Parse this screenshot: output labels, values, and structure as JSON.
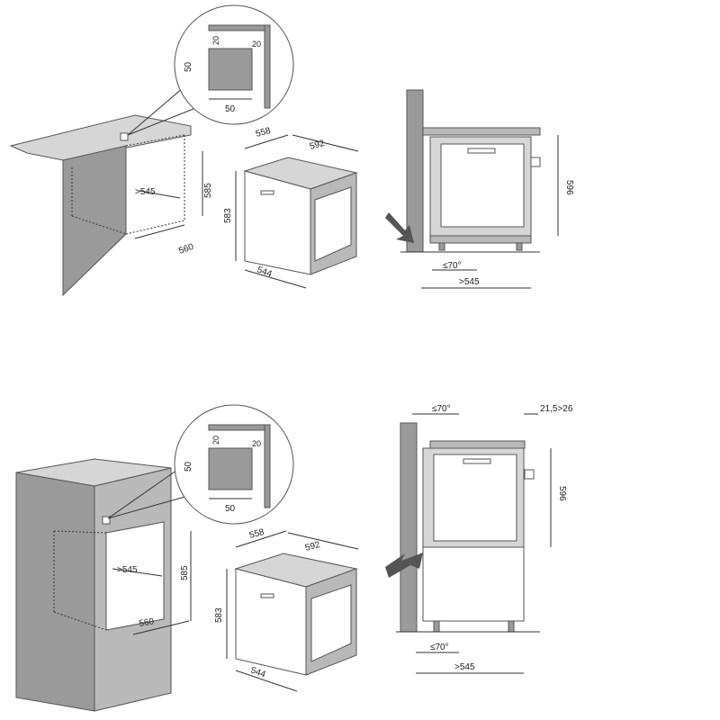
{
  "top": {
    "detail": {
      "w_top": "20",
      "w_right": "20",
      "h_left": "50",
      "w_bottom": "50"
    },
    "niche": {
      "depth": ">545",
      "height": "585",
      "width": "560"
    },
    "oven": {
      "depth": "558",
      "width": "592",
      "height": "583",
      "front": "544"
    },
    "side": {
      "height": "596",
      "angle": "≤70°",
      "depth": ">545"
    }
  },
  "bottom": {
    "detail": {
      "w_top": "20",
      "w_right": "20",
      "h_left": "50",
      "w_bottom": "50"
    },
    "niche": {
      "depth": ">545",
      "height": "585",
      "width": "560"
    },
    "oven": {
      "depth": "558",
      "width": "592",
      "height": "583",
      "front": "544"
    },
    "side": {
      "angle_top": "≤70°",
      "gap": "21,5>26",
      "height": "596",
      "angle_bottom": "≤70°",
      "depth": ">545"
    }
  },
  "colors": {
    "panel": "#9a9a9a",
    "panel_light": "#d6d6d6",
    "line": "#333333",
    "arrow": "#555555"
  }
}
